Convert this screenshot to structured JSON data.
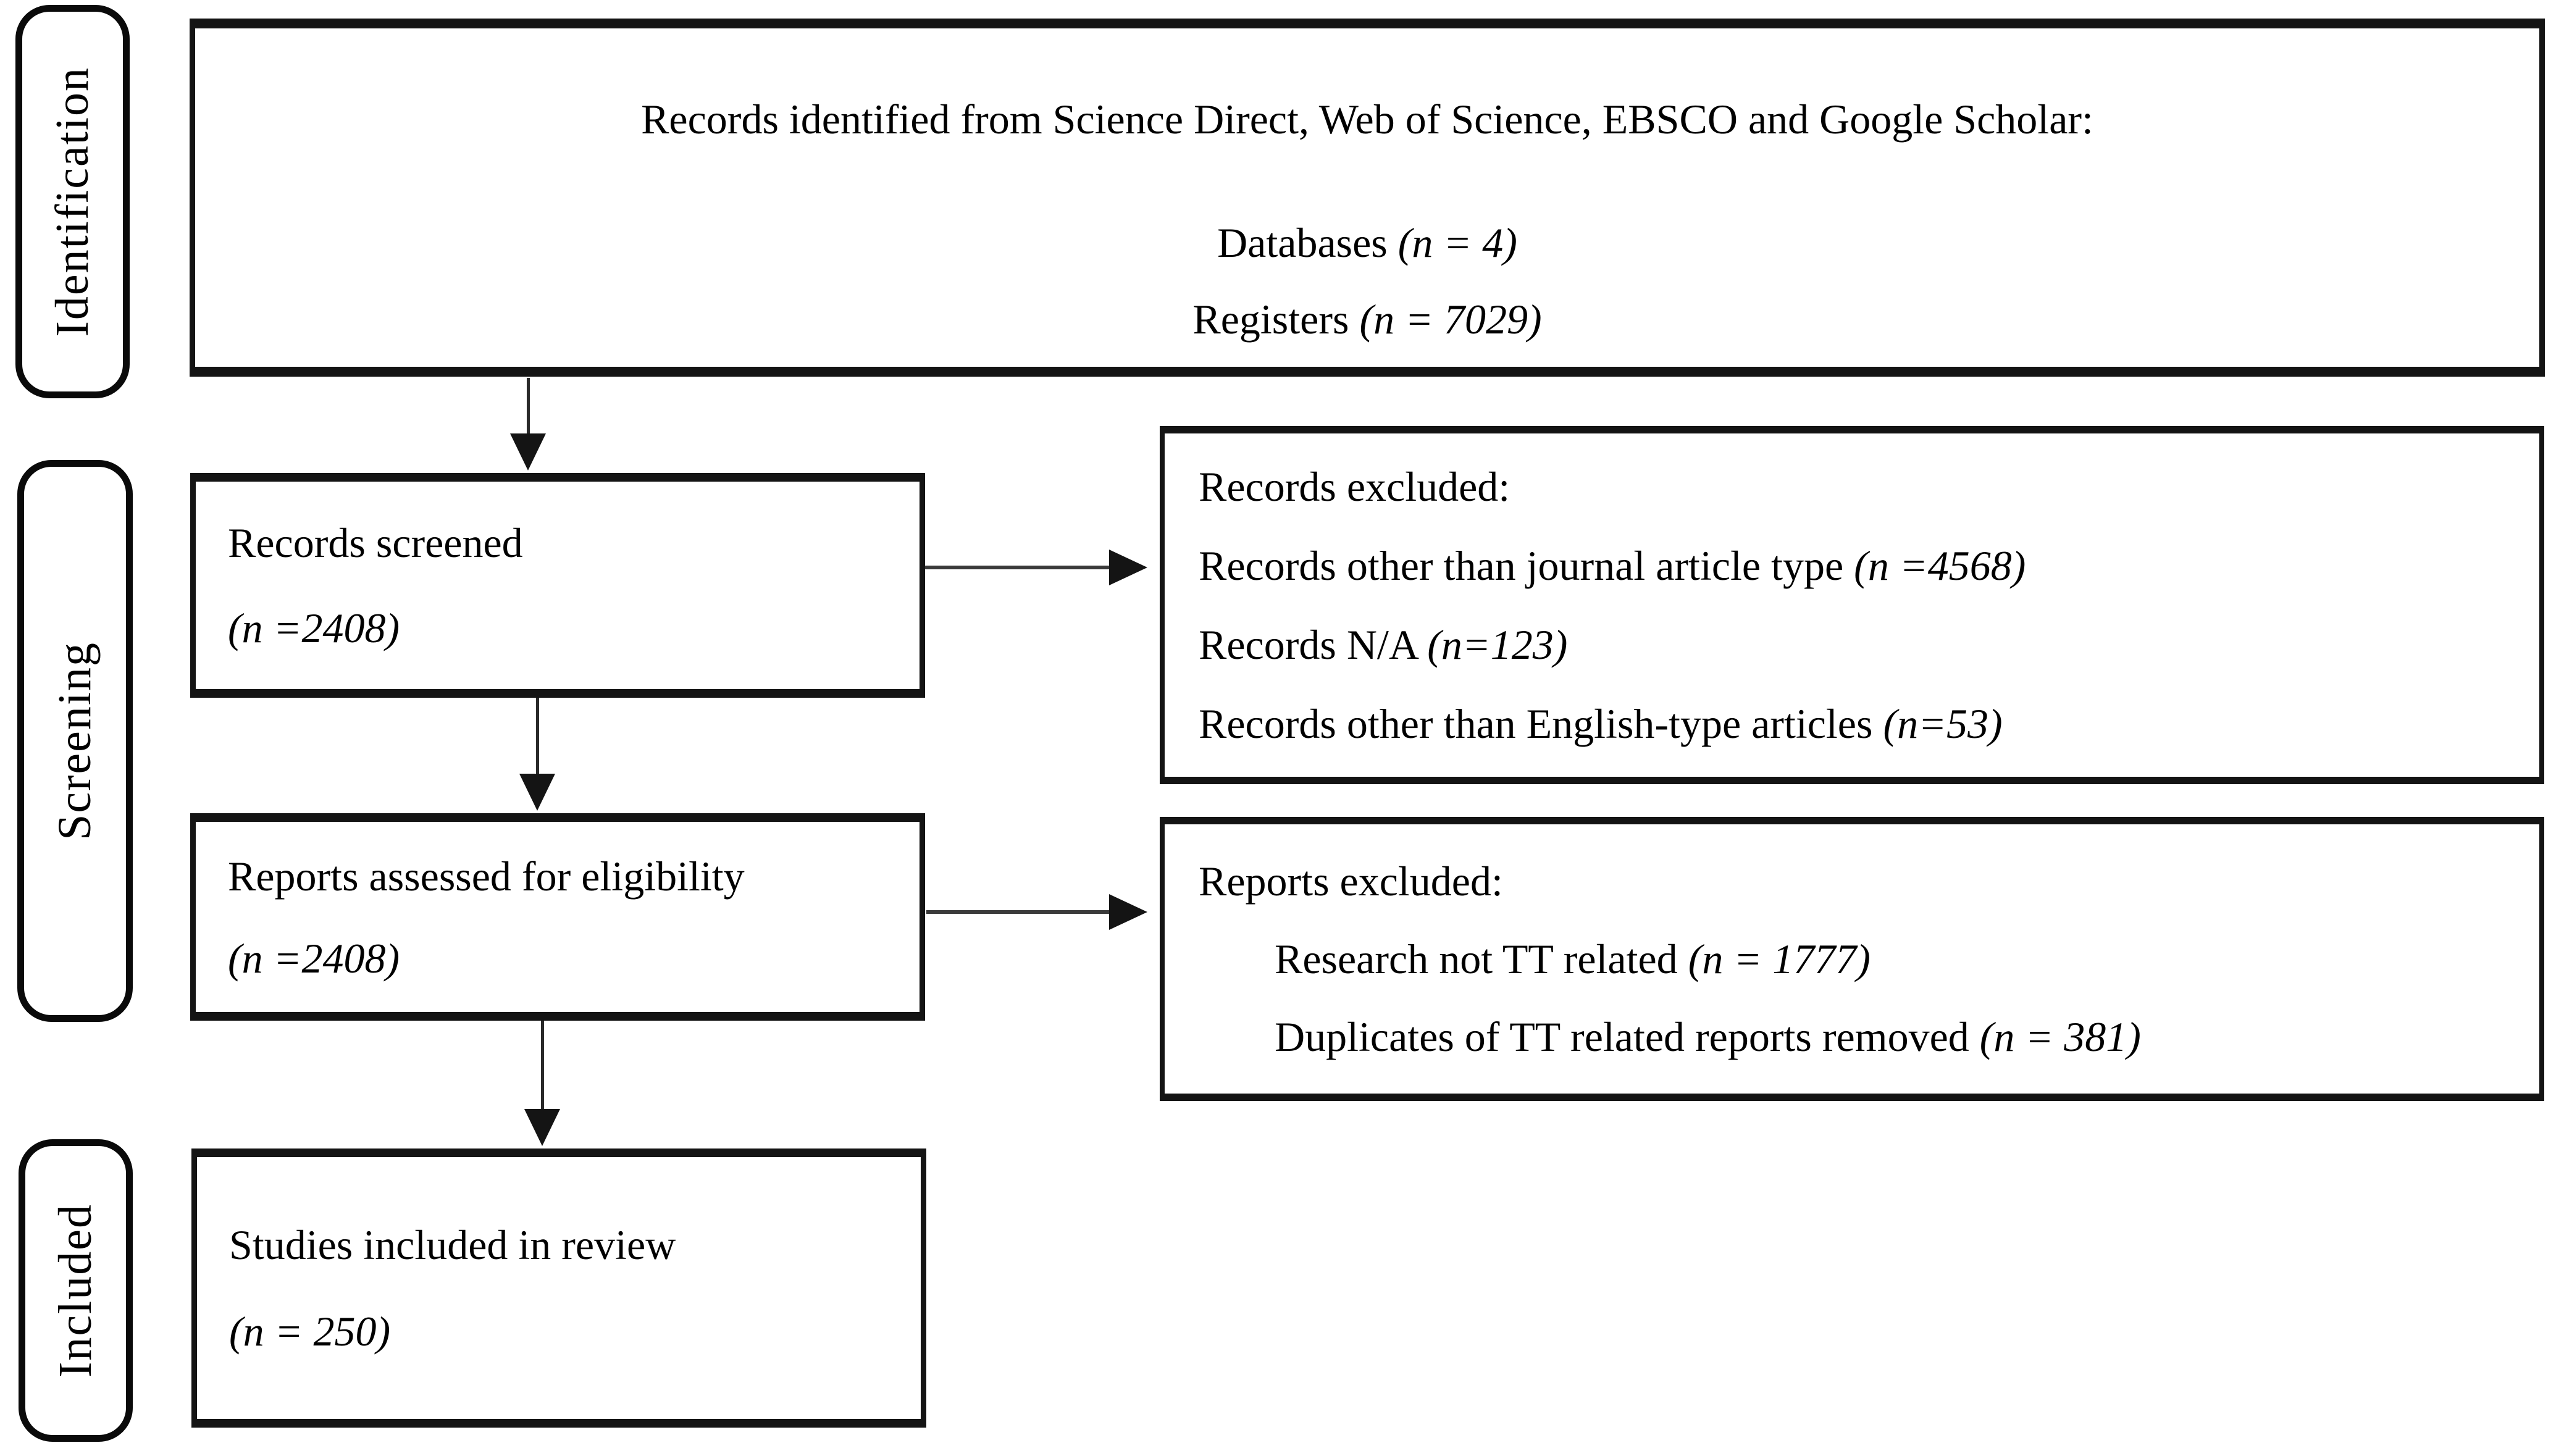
{
  "sidebar": {
    "identification": "Identification",
    "screening": "Screening",
    "included": "Included"
  },
  "boxes": {
    "identified": {
      "title": "Records identified from Science Direct, Web of Science, EBSCO and Google Scholar:",
      "databases_label": "Databases ",
      "databases_n": "(n = 4)",
      "registers_label": "Registers ",
      "registers_n": "(n = 7029)"
    },
    "screened": {
      "label": "Records screened",
      "n": "(n =2408)"
    },
    "records_excluded": {
      "title": "Records excluded:",
      "items": [
        {
          "label": "Records other than journal article type ",
          "n": "(n =4568)"
        },
        {
          "label": "Records N/A ",
          "n": "(n=123)"
        },
        {
          "label": "Records other than English-type articles ",
          "n": "(n=53)"
        }
      ]
    },
    "assessed": {
      "label": "Reports assessed for eligibility",
      "n": "(n =2408)"
    },
    "reports_excluded": {
      "title": "Reports excluded:",
      "items": [
        {
          "label": "Research not TT related ",
          "n": "(n = 1777)"
        },
        {
          "label": "Duplicates of TT related reports removed ",
          "n": "(n = 381)"
        }
      ]
    },
    "included_study": {
      "label": "Studies included in review",
      "n": "(n = 250)"
    }
  },
  "colors": {
    "border": "#141414",
    "text": "#000000",
    "background": "#ffffff"
  }
}
